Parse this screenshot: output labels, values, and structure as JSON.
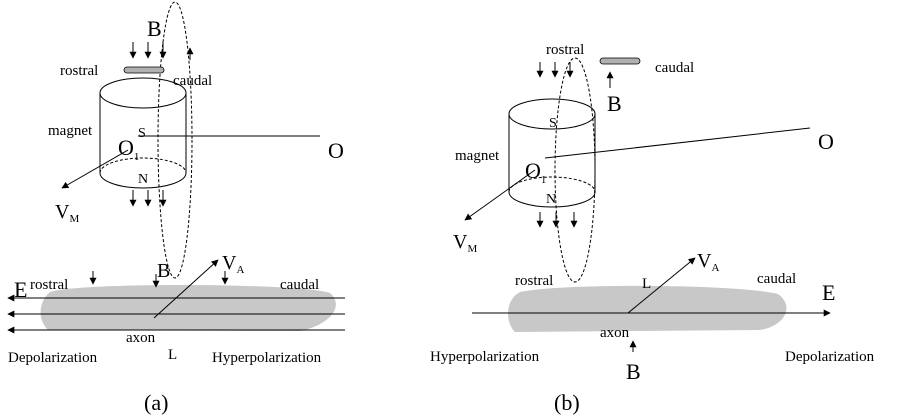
{
  "panel_a": {
    "label": "(a)",
    "B_top": "B",
    "rostral_top": "rostral",
    "caudal_top": "caudal",
    "magnet": "magnet",
    "S": "S",
    "N": "N",
    "O1_main": "O",
    "O1_sub": "1",
    "O": "O",
    "VM_main": "V",
    "VM_sub": "M",
    "rostral_bottom": "rostral",
    "B_bottom": "B",
    "VA_main": "V",
    "VA_sub": "A",
    "caudal_bottom": "caudal",
    "E": "E",
    "axon": "axon",
    "L": "L",
    "left_effect": "Depolarization",
    "right_effect": "Hyperpolarization"
  },
  "panel_b": {
    "label": "(b)",
    "rostral_top": "rostral",
    "caudal_top": "caudal",
    "B_top": "B",
    "magnet": "magnet",
    "S": "S",
    "N": "N",
    "O1_main": "O",
    "O1_sub": "1",
    "O": "O",
    "VM_main": "V",
    "VM_sub": "M",
    "VA_main": "V",
    "VA_sub": "A",
    "rostral_bottom": "rostral",
    "caudal_bottom": "caudal",
    "L": "L",
    "E": "E",
    "axon": "axon",
    "B_bottom": "B",
    "left_effect": "Hyperpolarization",
    "right_effect": "Depolarization"
  },
  "colors": {
    "ink": "#000000",
    "axon_fill": "#c8c8c8",
    "rostral_bar_fill": "#b0b0b0"
  }
}
